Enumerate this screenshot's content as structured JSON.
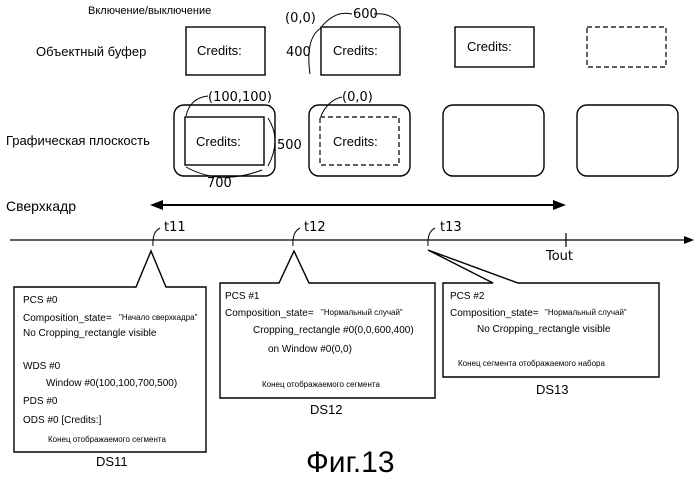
{
  "labels": {
    "on_off": "Включение/выключение",
    "object_buffer": "Объектный буфер",
    "graphics_plane": "Графическая плоскость",
    "epoch": "Сверхкадр",
    "figure": "Фиг.13"
  },
  "object_buffer": {
    "credits": "Credits:",
    "origin": "(0,0)",
    "width": "600",
    "height": "400"
  },
  "graphics_plane": {
    "credits": "Credits:",
    "origin_a": "(100,100)",
    "height": "500",
    "width": "700",
    "origin_b": "(0,0)"
  },
  "timeline": {
    "t11": "t11",
    "t12": "t12",
    "t13": "t13",
    "tout": "Tout"
  },
  "ds11": {
    "pcs": "PCS #0",
    "comp_key": "Composition_state=",
    "comp_val": "\"Начало сверхкадра\"",
    "crop": "No Cropping_rectangle visible",
    "wds": "WDS #0",
    "window": "Window #0(100,100,700,500)",
    "pds": "PDS #0",
    "ods": "ODS #0 [Credits:]",
    "end": "Конец отображаемого сегмента",
    "name": "DS11"
  },
  "ds12": {
    "pcs": "PCS #1",
    "comp_key": "Composition_state=",
    "comp_val": "\"Нормальный случай\"",
    "crop": "Cropping_rectangle #0(0,0,600,400)",
    "window": "on Window #0(0,0)",
    "end": "Конец отображаемого сегмента",
    "name": "DS12"
  },
  "ds13": {
    "pcs": "PCS #2",
    "comp_key": "Composition_state=",
    "comp_val": "\"Нормальный случай\"",
    "crop": "No Cropping_rectangle visible",
    "end": "Конец сегмента отображаемого набора",
    "name": "DS13"
  }
}
